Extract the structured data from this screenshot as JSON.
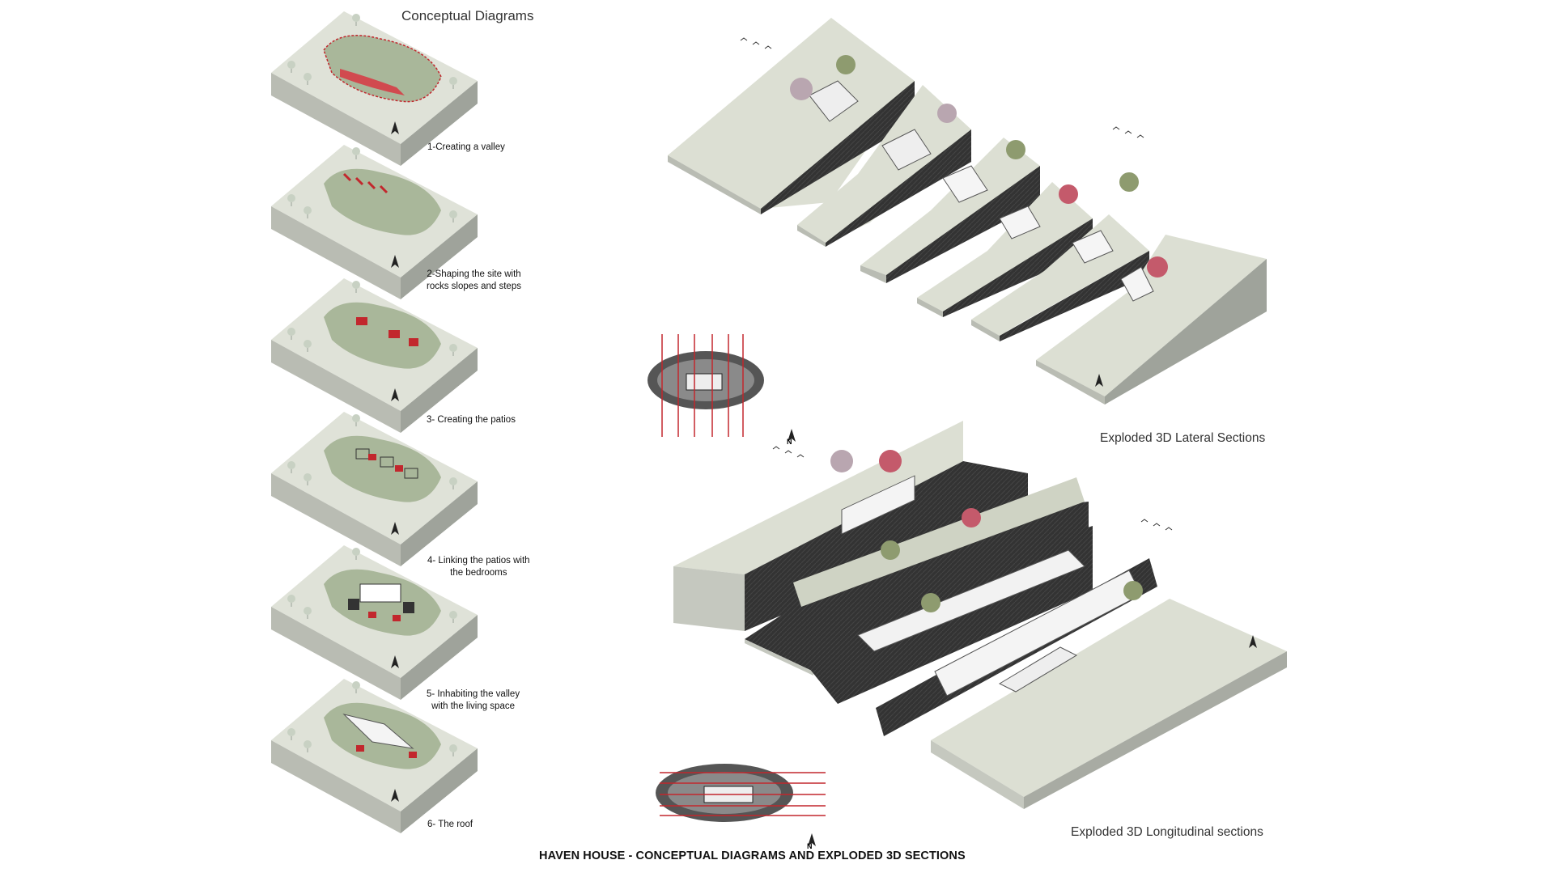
{
  "conceptual": {
    "heading": "Conceptual Diagrams",
    "steps": [
      {
        "line1": "1-Creating a valley",
        "line2": ""
      },
      {
        "line1": "2-Shaping the site with",
        "line2": "rocks slopes and steps"
      },
      {
        "line1": "3- Creating the patios",
        "line2": ""
      },
      {
        "line1": "4- Linking the patios with",
        "line2": "the bedrooms"
      },
      {
        "line1": "5- Inhabiting the valley",
        "line2": "with the living space"
      },
      {
        "line1": "6- The roof",
        "line2": ""
      }
    ]
  },
  "sections": {
    "lateral_title": "Exploded 3D Lateral Sections",
    "longitudinal_title": "Exploded 3D Longitudinal sections",
    "north_label": "N"
  },
  "footer": {
    "title": "HAVEN HOUSE - CONCEPTUAL DIAGRAMS AND EXPLODED 3D SECTIONS"
  },
  "colors": {
    "terrain_top": "#dcdfd3",
    "terrain_side": "#b9bcb3",
    "section_cut": "#333333",
    "valley_green": "#a9b79a",
    "accent_red": "#c2272d",
    "tree_pale": "#c9d1c4"
  }
}
